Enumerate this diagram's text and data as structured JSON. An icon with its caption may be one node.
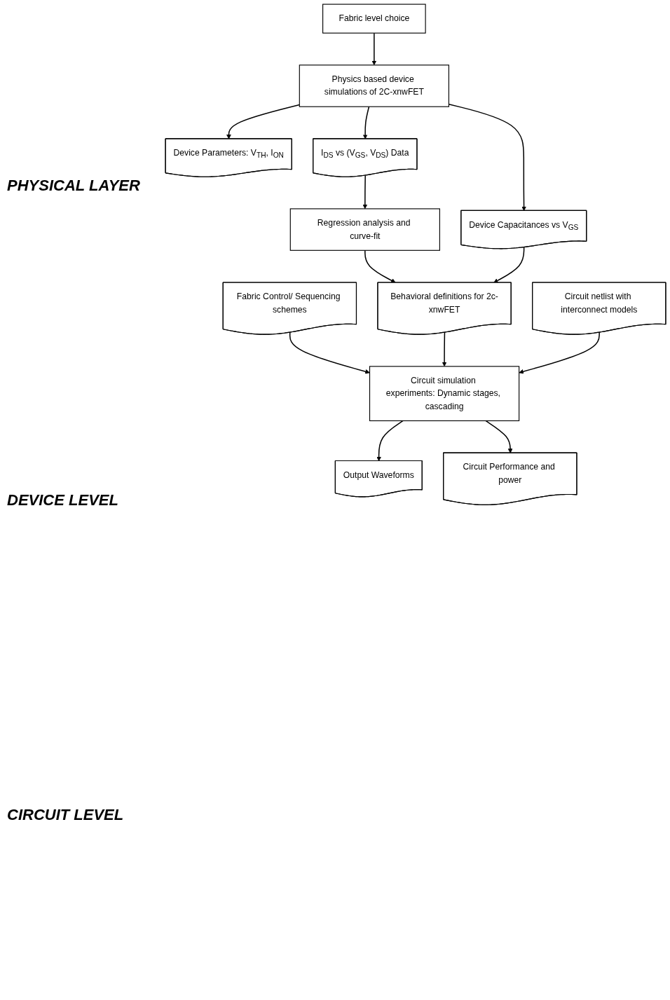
{
  "diagram": {
    "nodes": [
      {
        "text": [
          "Fabric level choice"
        ]
      },
      {
        "text": [
          "Physics based device simulations of 2C-xnwFET"
        ]
      },
      {
        "text": [
          "Device Parameters: V$_{TH}$, I$_{ON}$"
        ]
      },
      {
        "text": [
          "I$_{DS}$ vs (V$_{GS}$, V$_{DS}$) Data"
        ]
      },
      {
        "text": [
          "Device Capacitances vs V$_{GS}$"
        ]
      },
      {
        "text": [
          "Regression analysis and curve-fit"
        ]
      },
      {
        "text": [
          "Fabric Control/ Sequencing schemes"
        ]
      },
      {
        "text": [
          "Behavioral definitions for 2c-xnwFET"
        ]
      },
      {
        "text": [
          "Circuit netlist with interconnect models"
        ]
      },
      {
        "text": [
          "Circuit simulation experiments: Dynamic stages, cascading"
        ]
      },
      {
        "text": [
          "Output Waveforms"
        ]
      },
      {
        "text": [
          "Circuit Performance and power"
        ]
      }
    ],
    "edges": [
      {
        "from": 0,
        "to": 1,
        "arrow": "to"
      },
      {
        "from": 1,
        "to": 2,
        "arrow": "to"
      },
      {
        "from": 1,
        "to": 3,
        "arrow": "to"
      },
      {
        "from": 1,
        "to": 4,
        "arrow": "to"
      },
      {
        "from": 3,
        "to": 5,
        "arrow": "to"
      },
      {
        "from": 5,
        "to": 7,
        "arrow": "to"
      },
      {
        "from": 4,
        "to": 7,
        "arrow": "to"
      },
      {
        "from": 6,
        "to": 9,
        "arrow": "to"
      },
      {
        "from": 7,
        "to": 9,
        "arrow": "to"
      },
      {
        "from": 8,
        "to": 9,
        "arrow": "to"
      },
      {
        "from": 9,
        "to": 10,
        "arrow": "to"
      },
      {
        "from": 9,
        "to": 11,
        "arrow": "to"
      }
    ],
    "labels": [
      "PHYSICAL LAYER",
      "DEVICE LEVEL",
      "CIRCUIT LEVEL"
    ]
  }
}
